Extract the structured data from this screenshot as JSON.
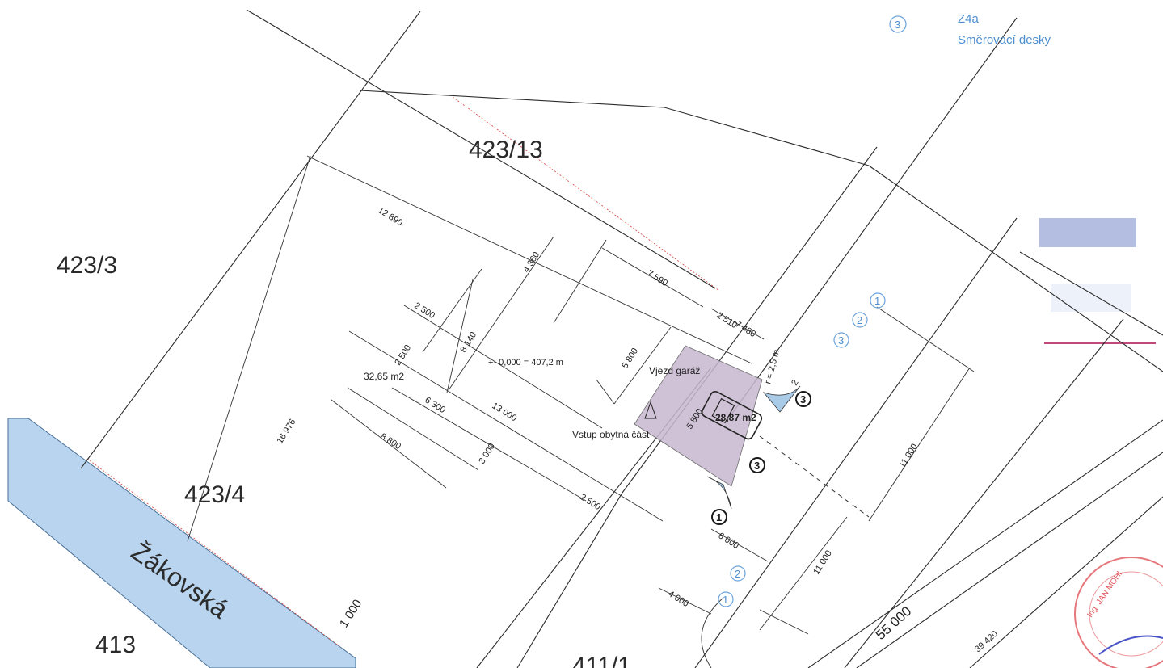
{
  "legend": {
    "marker": "3",
    "code": "Z4a",
    "desc": "Směrovací desky"
  },
  "parcels": {
    "p1": "423/13",
    "p2": "423/3",
    "p3": "423/4",
    "p4": "413",
    "p5": "411/1"
  },
  "street": "Žákovská",
  "dims": {
    "d12890": "12 890",
    "d4360": "4 360",
    "d7590": "7 590",
    "d2510": "2 510",
    "d7480": "7 480",
    "d2500a": "2 500",
    "d2500b": "2 500",
    "d8140": "8 140",
    "d5800a": "5 800",
    "d5800b": "5 800",
    "d6300": "6 300",
    "d13000": "13 000",
    "d8800": "8 800",
    "d3000": "3 000",
    "d2500c": "2 500",
    "d16976": "16 976",
    "d1000": "1 000",
    "d11000a": "11 000",
    "d11000b": "11 000",
    "d6000": "6 000",
    "d4000": "4 000",
    "d55000": "55 000",
    "d39420": "39 420"
  },
  "labels": {
    "level": "+- 0,000 = 407,2 m",
    "area1": "32,65 m2",
    "area2": "28,87 m2",
    "entry_garage": "Vjezd garáž",
    "entry_part": "Vstup obytná část",
    "radius": "r = 2,5 m",
    "two": "2"
  },
  "markers": {
    "m1": "1",
    "m2": "2",
    "m3": "3",
    "m4": "2",
    "m5": "1",
    "b1": "3",
    "b2": "3",
    "b3": "1"
  },
  "stamp": "Ing. JAN MOHL",
  "colors": {
    "road": "#b9d4ee",
    "garage": "#c7b8cf",
    "marker": "#4d8fd1",
    "stamp": "#e0565c",
    "swatch": "#a7b3dc"
  }
}
